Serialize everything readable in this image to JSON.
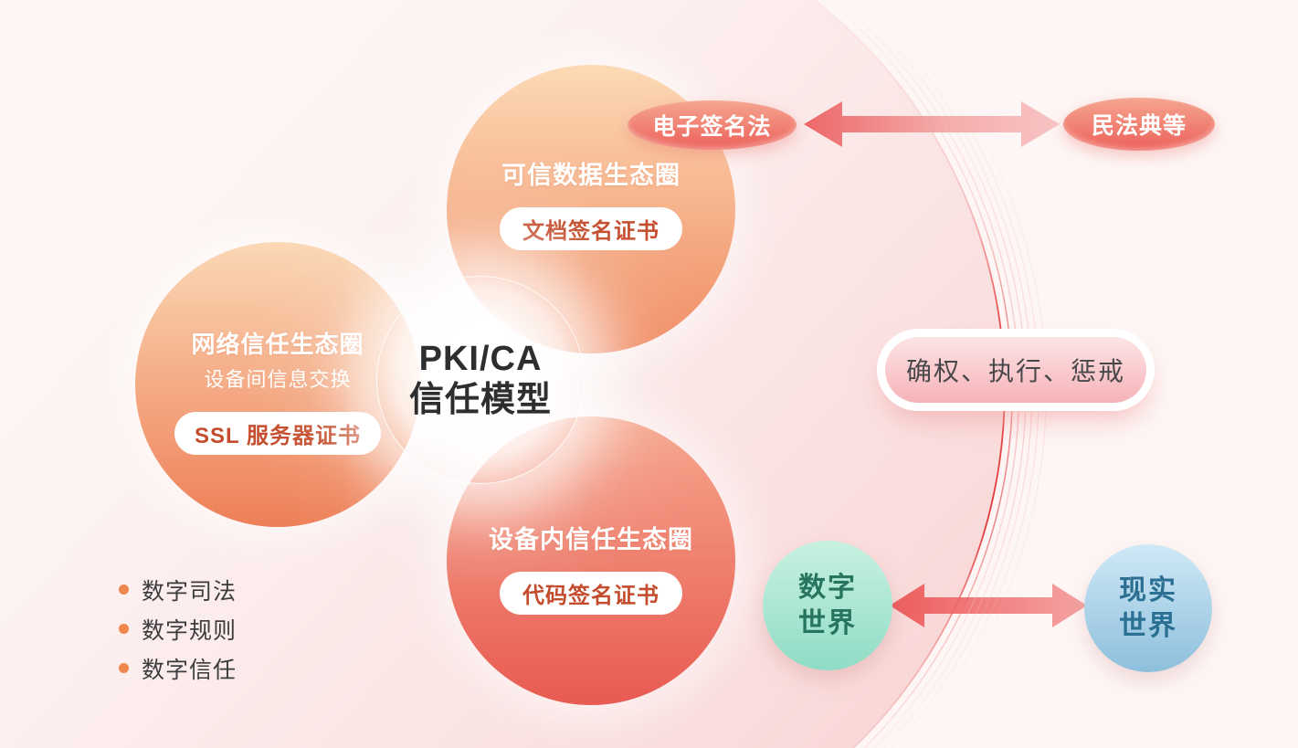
{
  "meta": {
    "diagram_title": "PKI/CA 信任模型",
    "accent_colors": {
      "circle_orange_top": "#f08b63",
      "circle_orange_left": "#ee7f57",
      "circle_red_bottom": "#e85a52",
      "badge_text_red": "#c44c2c",
      "law_pill_red": "#ec6059",
      "arc_line_red": "#e23b3b",
      "digital_world_teal": "#90dcc6",
      "real_world_blue": "#8dbfdc",
      "bullet_orange": "#ef874e"
    }
  },
  "center": {
    "line1": "PKI/CA",
    "line2": "信任模型"
  },
  "circles": {
    "top": {
      "title": "可信数据生态圈",
      "badge": "文档签名证书"
    },
    "left": {
      "title": "网络信任生态圈",
      "subtitle": "设备间信息交换",
      "badge": "SSL 服务器证书"
    },
    "bottom": {
      "title": "设备内信任生态圈",
      "badge": "代码签名证书"
    }
  },
  "law": {
    "electronic_signature_law": "电子签名法",
    "civil_code": "民法典等"
  },
  "enforcement": {
    "label": "确权、执行、惩戒"
  },
  "worlds": {
    "digital": {
      "line1": "数字",
      "line2": "世界"
    },
    "real": {
      "line1": "现实",
      "line2": "世界"
    }
  },
  "bullets": [
    {
      "label": "数字司法"
    },
    {
      "label": "数字规则"
    },
    {
      "label": "数字信任"
    }
  ]
}
